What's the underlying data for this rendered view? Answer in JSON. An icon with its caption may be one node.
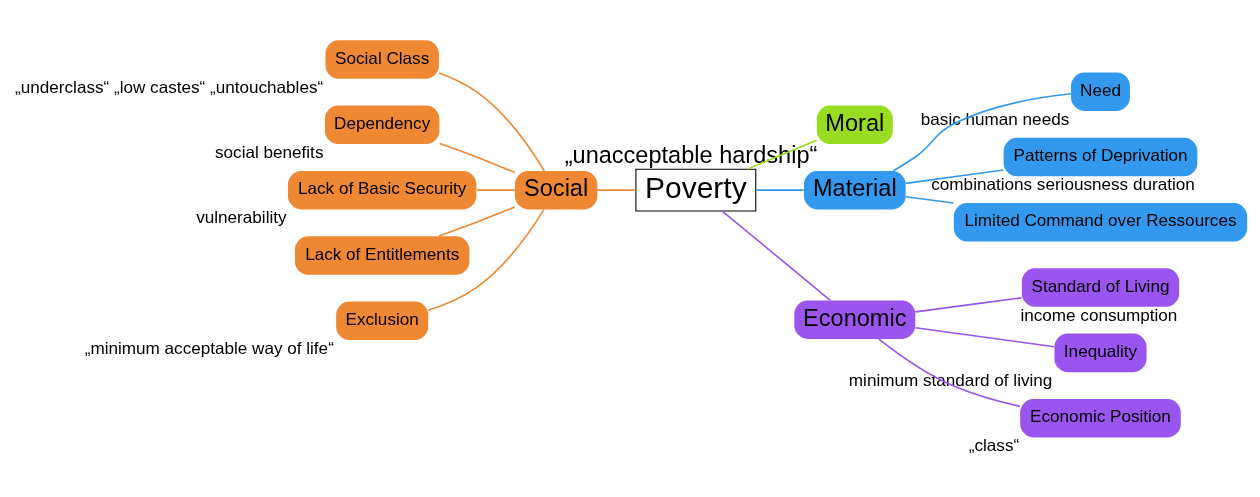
{
  "diagram": {
    "nodes": [
      {
        "text": [
          "Poverty"
        ]
      },
      {
        "text": [
          "Moral"
        ],
        "beside": [
          "„unacceptable hardship“"
        ]
      },
      {
        "text": [
          "Material"
        ]
      },
      {
        "text": [
          "Need"
        ],
        "beside": [
          "basic human needs"
        ]
      },
      {
        "text": [
          "Patterns of Deprivation"
        ],
        "beside": [
          "combinations seriousness duration"
        ]
      },
      {
        "text": [
          "Limited Command over Ressources"
        ]
      },
      {
        "text": [
          "Economic"
        ]
      },
      {
        "text": [
          "Standard of Living"
        ],
        "beside": [
          "income consumption"
        ]
      },
      {
        "text": [
          "Inequality"
        ],
        "beside": [
          "minimum standard of living"
        ]
      },
      {
        "text": [
          "Economic Position"
        ],
        "beside": [
          "„class“"
        ]
      },
      {
        "text": [
          "Social"
        ]
      },
      {
        "text": [
          "Social Class"
        ],
        "beside": [
          "„underclass“ „low castes“ „untouchables“"
        ]
      },
      {
        "text": [
          "Dependency"
        ],
        "beside": [
          "social benefits"
        ]
      },
      {
        "text": [
          "Lack of Basic Security"
        ],
        "beside": [
          "vulnerability"
        ]
      },
      {
        "text": [
          "Lack of Entitlements"
        ]
      },
      {
        "text": [
          "Exclusion"
        ],
        "beside": [
          "„minimum acceptable way of life“"
        ]
      }
    ],
    "edges": [
      {
        "from": 0,
        "to": 1,
        "arrow": "none",
        "color": "#99dd22"
      },
      {
        "from": 0,
        "to": 2,
        "arrow": "none",
        "color": "#3399ee"
      },
      {
        "from": 2,
        "to": 3,
        "arrow": "none",
        "color": "#3399ee"
      },
      {
        "from": 2,
        "to": 4,
        "arrow": "none",
        "color": "#3399ee"
      },
      {
        "from": 2,
        "to": 5,
        "arrow": "none",
        "color": "#3399ee"
      },
      {
        "from": 0,
        "to": 6,
        "arrow": "none",
        "color": "#9955ee"
      },
      {
        "from": 6,
        "to": 7,
        "arrow": "none",
        "color": "#9955ee"
      },
      {
        "from": 6,
        "to": 8,
        "arrow": "none",
        "color": "#9955ee"
      },
      {
        "from": 6,
        "to": 9,
        "arrow": "none",
        "color": "#9955ee"
      },
      {
        "from": 0,
        "to": 10,
        "arrow": "none",
        "color": "#ee8833"
      },
      {
        "from": 10,
        "to": 11,
        "arrow": "none",
        "color": "#ee8833"
      },
      {
        "from": 10,
        "to": 12,
        "arrow": "none",
        "color": "#ee8833"
      },
      {
        "from": 10,
        "to": 13,
        "arrow": "none",
        "color": "#ee8833"
      },
      {
        "from": 10,
        "to": 14,
        "arrow": "none",
        "color": "#ee8833"
      },
      {
        "from": 10,
        "to": 15,
        "arrow": "none",
        "color": "#ee8833"
      }
    ]
  }
}
